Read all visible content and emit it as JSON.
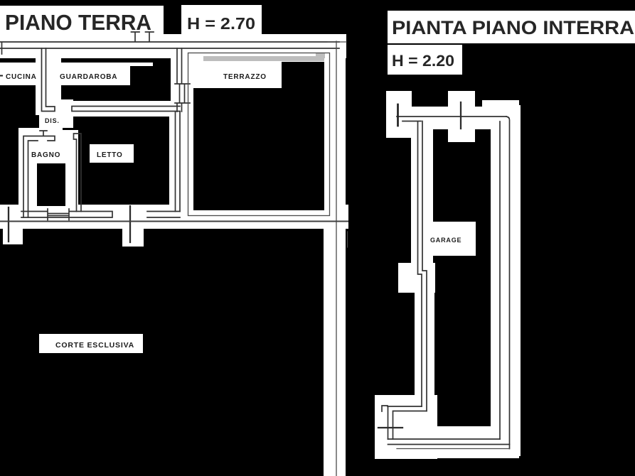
{
  "canvas": {
    "background_color": "#000000",
    "paper_color": "#ffffff",
    "wall_color": "#333333",
    "shade_color": "#bdbdbd",
    "text_color": "#1b1b1b"
  },
  "left_plan": {
    "title": "PIANO TERRA",
    "height_label": "H = 2.70",
    "rooms": {
      "cucina": "CUCINA",
      "guardaroba": "GUARDAROBA",
      "terrazzo": "TERRAZZO",
      "dis": "DIS.",
      "bagno": "BAGNO",
      "letto": "LETTO",
      "corte": "CORTE ESCLUSIVA"
    }
  },
  "right_plan": {
    "title": "PIANTA PIANO INTERRA",
    "height_label": "H = 2.20",
    "rooms": {
      "garage": "GARAGE"
    }
  }
}
